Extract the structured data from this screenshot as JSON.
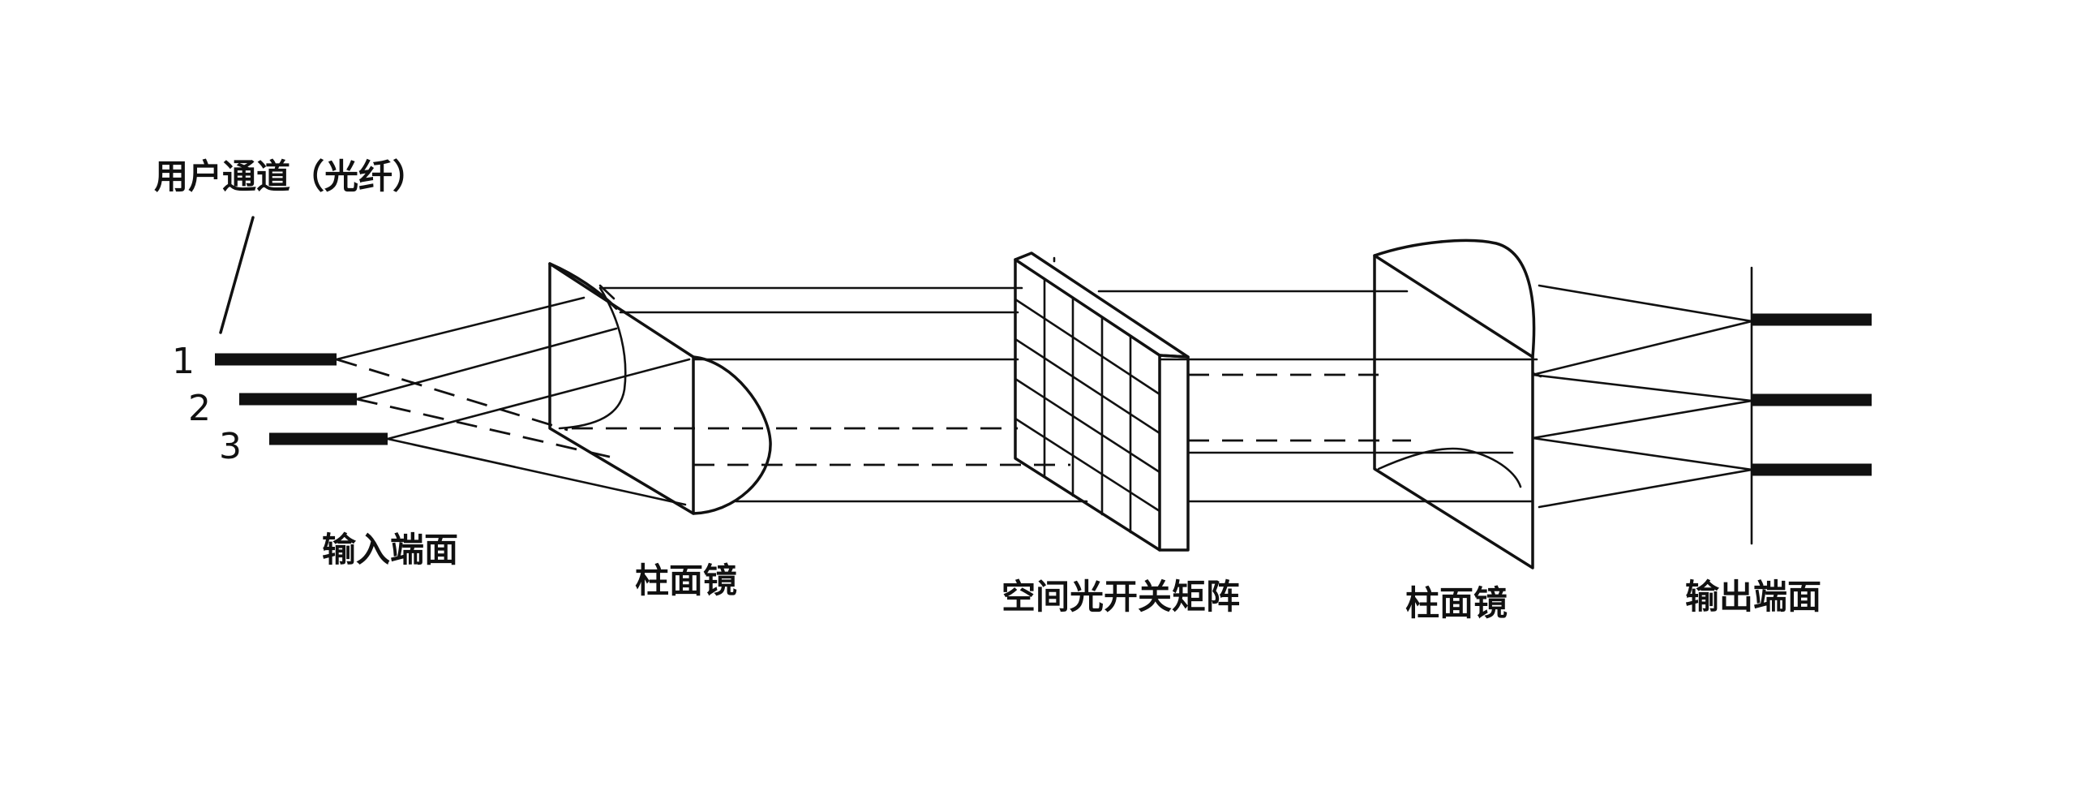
{
  "labels": {
    "user_channel": "用户通道（光纤）",
    "input_face": "输入端面",
    "cyl_lens_left": "柱面镜",
    "switch_matrix": "空间光开关矩阵",
    "cyl_lens_right": "柱面镜",
    "output_face": "输出端面"
  },
  "channels": [
    "1",
    "2",
    "3"
  ],
  "colors": {
    "ink": "#111111",
    "background": "#ffffff"
  }
}
